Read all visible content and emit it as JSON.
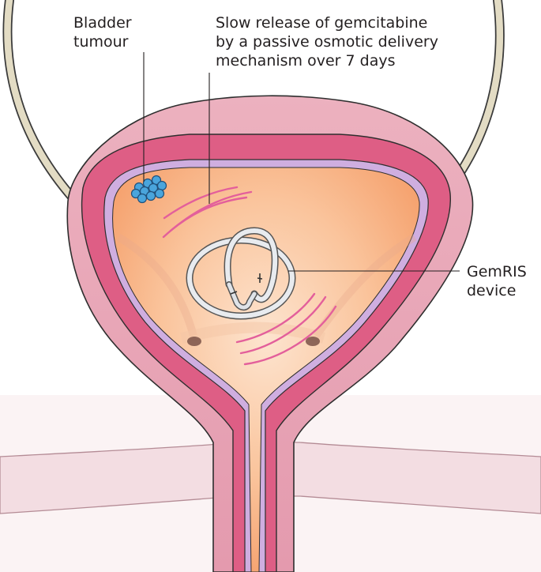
{
  "labels": {
    "bladder_tumour": [
      "Bladder",
      "tumour"
    ],
    "slow_release": [
      "Slow release of gemcitabine",
      "by a passive osmotic delivery",
      "mechanism over 7 days"
    ],
    "gemris_device": [
      "GemRIS",
      "device"
    ]
  },
  "colors": {
    "outer_wall": "#e8a6b6",
    "muscle_layer": "#de5e85",
    "mucosa_outline": "#c5a6d6",
    "lumen": "#f7a876",
    "lumen_center": "#fde4cf",
    "ureter": "#e3dcc4",
    "tumour": "#4aa5dc",
    "release_arcs": "#e35f9b",
    "device": "#e8ebef",
    "pelvic_floor": "#f3e1e4"
  }
}
